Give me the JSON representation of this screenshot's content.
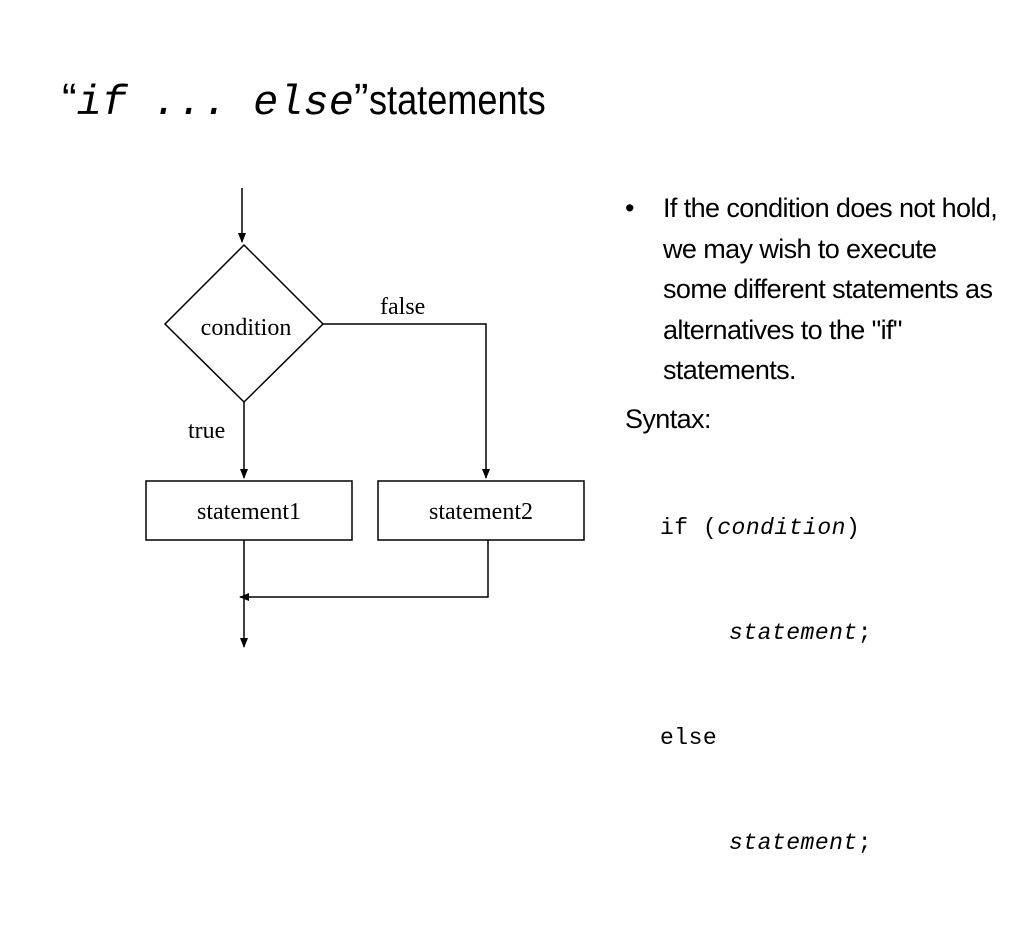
{
  "title": {
    "quote_open": "“",
    "code": "if ... else",
    "quote_close": "”",
    "text": " statements"
  },
  "flowchart": {
    "decision_label": "condition",
    "false_label": "false",
    "true_label": "true",
    "box1_label": "statement1",
    "box2_label": "statement2"
  },
  "bullet": {
    "mark": "•",
    "text": "If the condition does not hold, we may wish to execute some different statements as alternatives to the \"if\" statements."
  },
  "syntax": {
    "label": "Syntax:",
    "if_kw": "if (",
    "condition": "condition",
    "if_close": ")",
    "statement1": "statement",
    "semi1": ";",
    "else_kw": "else",
    "statement2": "statement",
    "semi2": ";"
  }
}
